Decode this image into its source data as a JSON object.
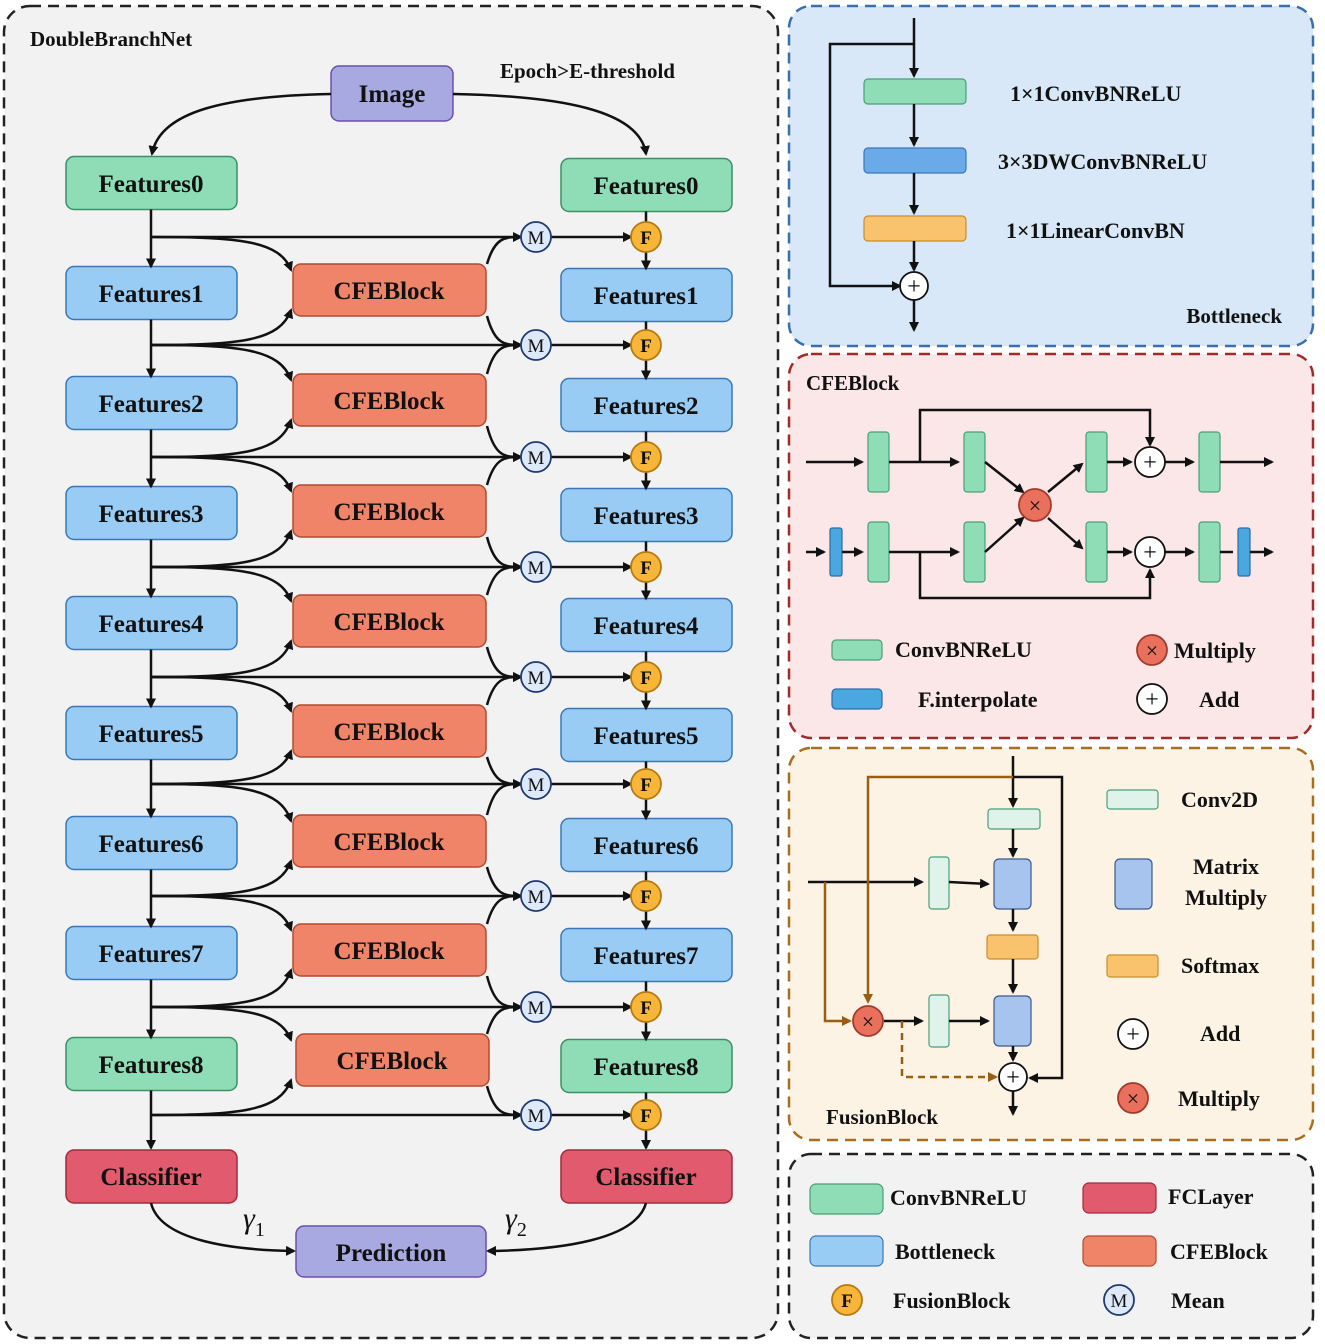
{
  "main_panel": {
    "title": "DoubleBranchNet",
    "epoch_condition": "Epoch>E-threshold",
    "image_label": "Image",
    "left_branch": [
      "Features0",
      "Features1",
      "Features2",
      "Features3",
      "Features4",
      "Features5",
      "Features6",
      "Features7",
      "Features8"
    ],
    "right_branch": [
      "Features0",
      "Features1",
      "Features2",
      "Features3",
      "Features4",
      "Features5",
      "Features6",
      "Features7",
      "Features8"
    ],
    "cfe_label": "CFEBlock",
    "mean_symbol": "M",
    "fusion_symbol": "F",
    "classifier_left": "Classifier",
    "classifier_right": "Classifier",
    "prediction": "Prediction",
    "gamma1_symbol": "γ",
    "gamma1_sub": "1",
    "gamma2_symbol": "γ",
    "gamma2_sub": "2"
  },
  "bottleneck_panel": {
    "title": "Bottleneck",
    "layers": [
      "1×1ConvBNReLU",
      "3×3DWConvBNReLU",
      "1×1LinearConvBN"
    ],
    "add_symbol": "+"
  },
  "cfe_panel": {
    "title": "CFEBlock",
    "legend": {
      "conv": "ConvBNReLU",
      "interp": "F.interpolate",
      "multiply": "Multiply",
      "add": "Add"
    },
    "multiply_symbol": "×",
    "add_symbol": "+"
  },
  "fusion_panel": {
    "title": "FusionBlock",
    "legend": {
      "conv2d": "Conv2D",
      "matrix_multiply_line1": "Matrix",
      "matrix_multiply_line2": "Multiply",
      "softmax": "Softmax",
      "add": "Add",
      "multiply": "Multiply"
    },
    "multiply_symbol": "×",
    "add_symbol": "+"
  },
  "legend_panel": {
    "items": [
      "ConvBNReLU",
      "Bottleneck",
      "FusionBlock",
      "FCLayer",
      "CFEBlock",
      "Mean"
    ],
    "fusion_symbol": "F",
    "mean_symbol": "M"
  },
  "colors": {
    "conv_green": "#8fddb6",
    "bottleneck_blue": "#99ccf5",
    "cfe_salmon": "#f08468",
    "classifier_red": "#e25a6e",
    "image_purple": "#a7a9e0",
    "fusion_orange": "#f7b53a",
    "softmax_orange": "#f9c36e",
    "dwconv_blue": "#6aaae8",
    "interp_blue": "#4aa7e0",
    "conv2d_mint": "#dff3ea",
    "matrix_blue": "#a7c4ee"
  }
}
